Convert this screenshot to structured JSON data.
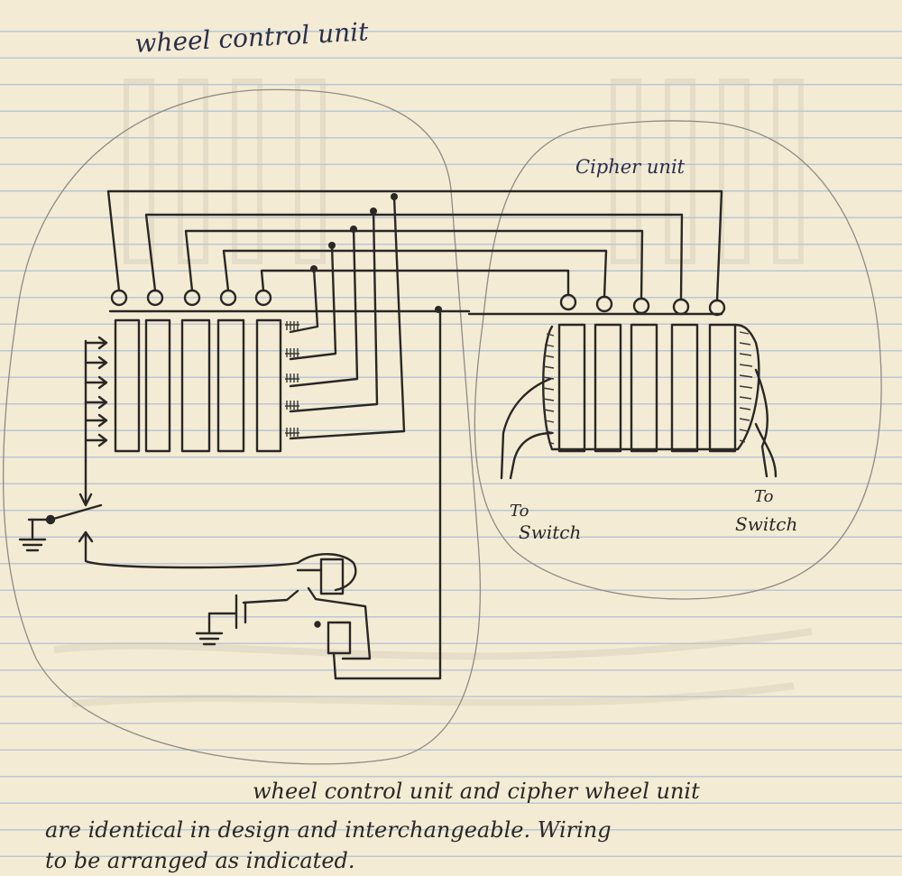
{
  "notes": {
    "title": "wheel control unit",
    "cipher_label": "Cipher unit",
    "left_switch_label": "To\nSwitch",
    "left_switch_line1": "To",
    "left_switch_line2": "Switch",
    "right_switch_line1": "To",
    "right_switch_line2": "Switch",
    "caption_line1": "wheel control unit and cipher wheel unit",
    "caption_line2": "are identical in design and interchangeable. Wiring",
    "caption_line3": "to be arranged as indicated."
  },
  "colors": {
    "paper": "#f4ebd4",
    "rule": "#b9c7d6",
    "ink": "#2a2725",
    "pencil": "#8f8b85",
    "blue_ink": "#2b2f4a"
  },
  "wheels": {
    "left_count": 5,
    "right_count": 5
  }
}
